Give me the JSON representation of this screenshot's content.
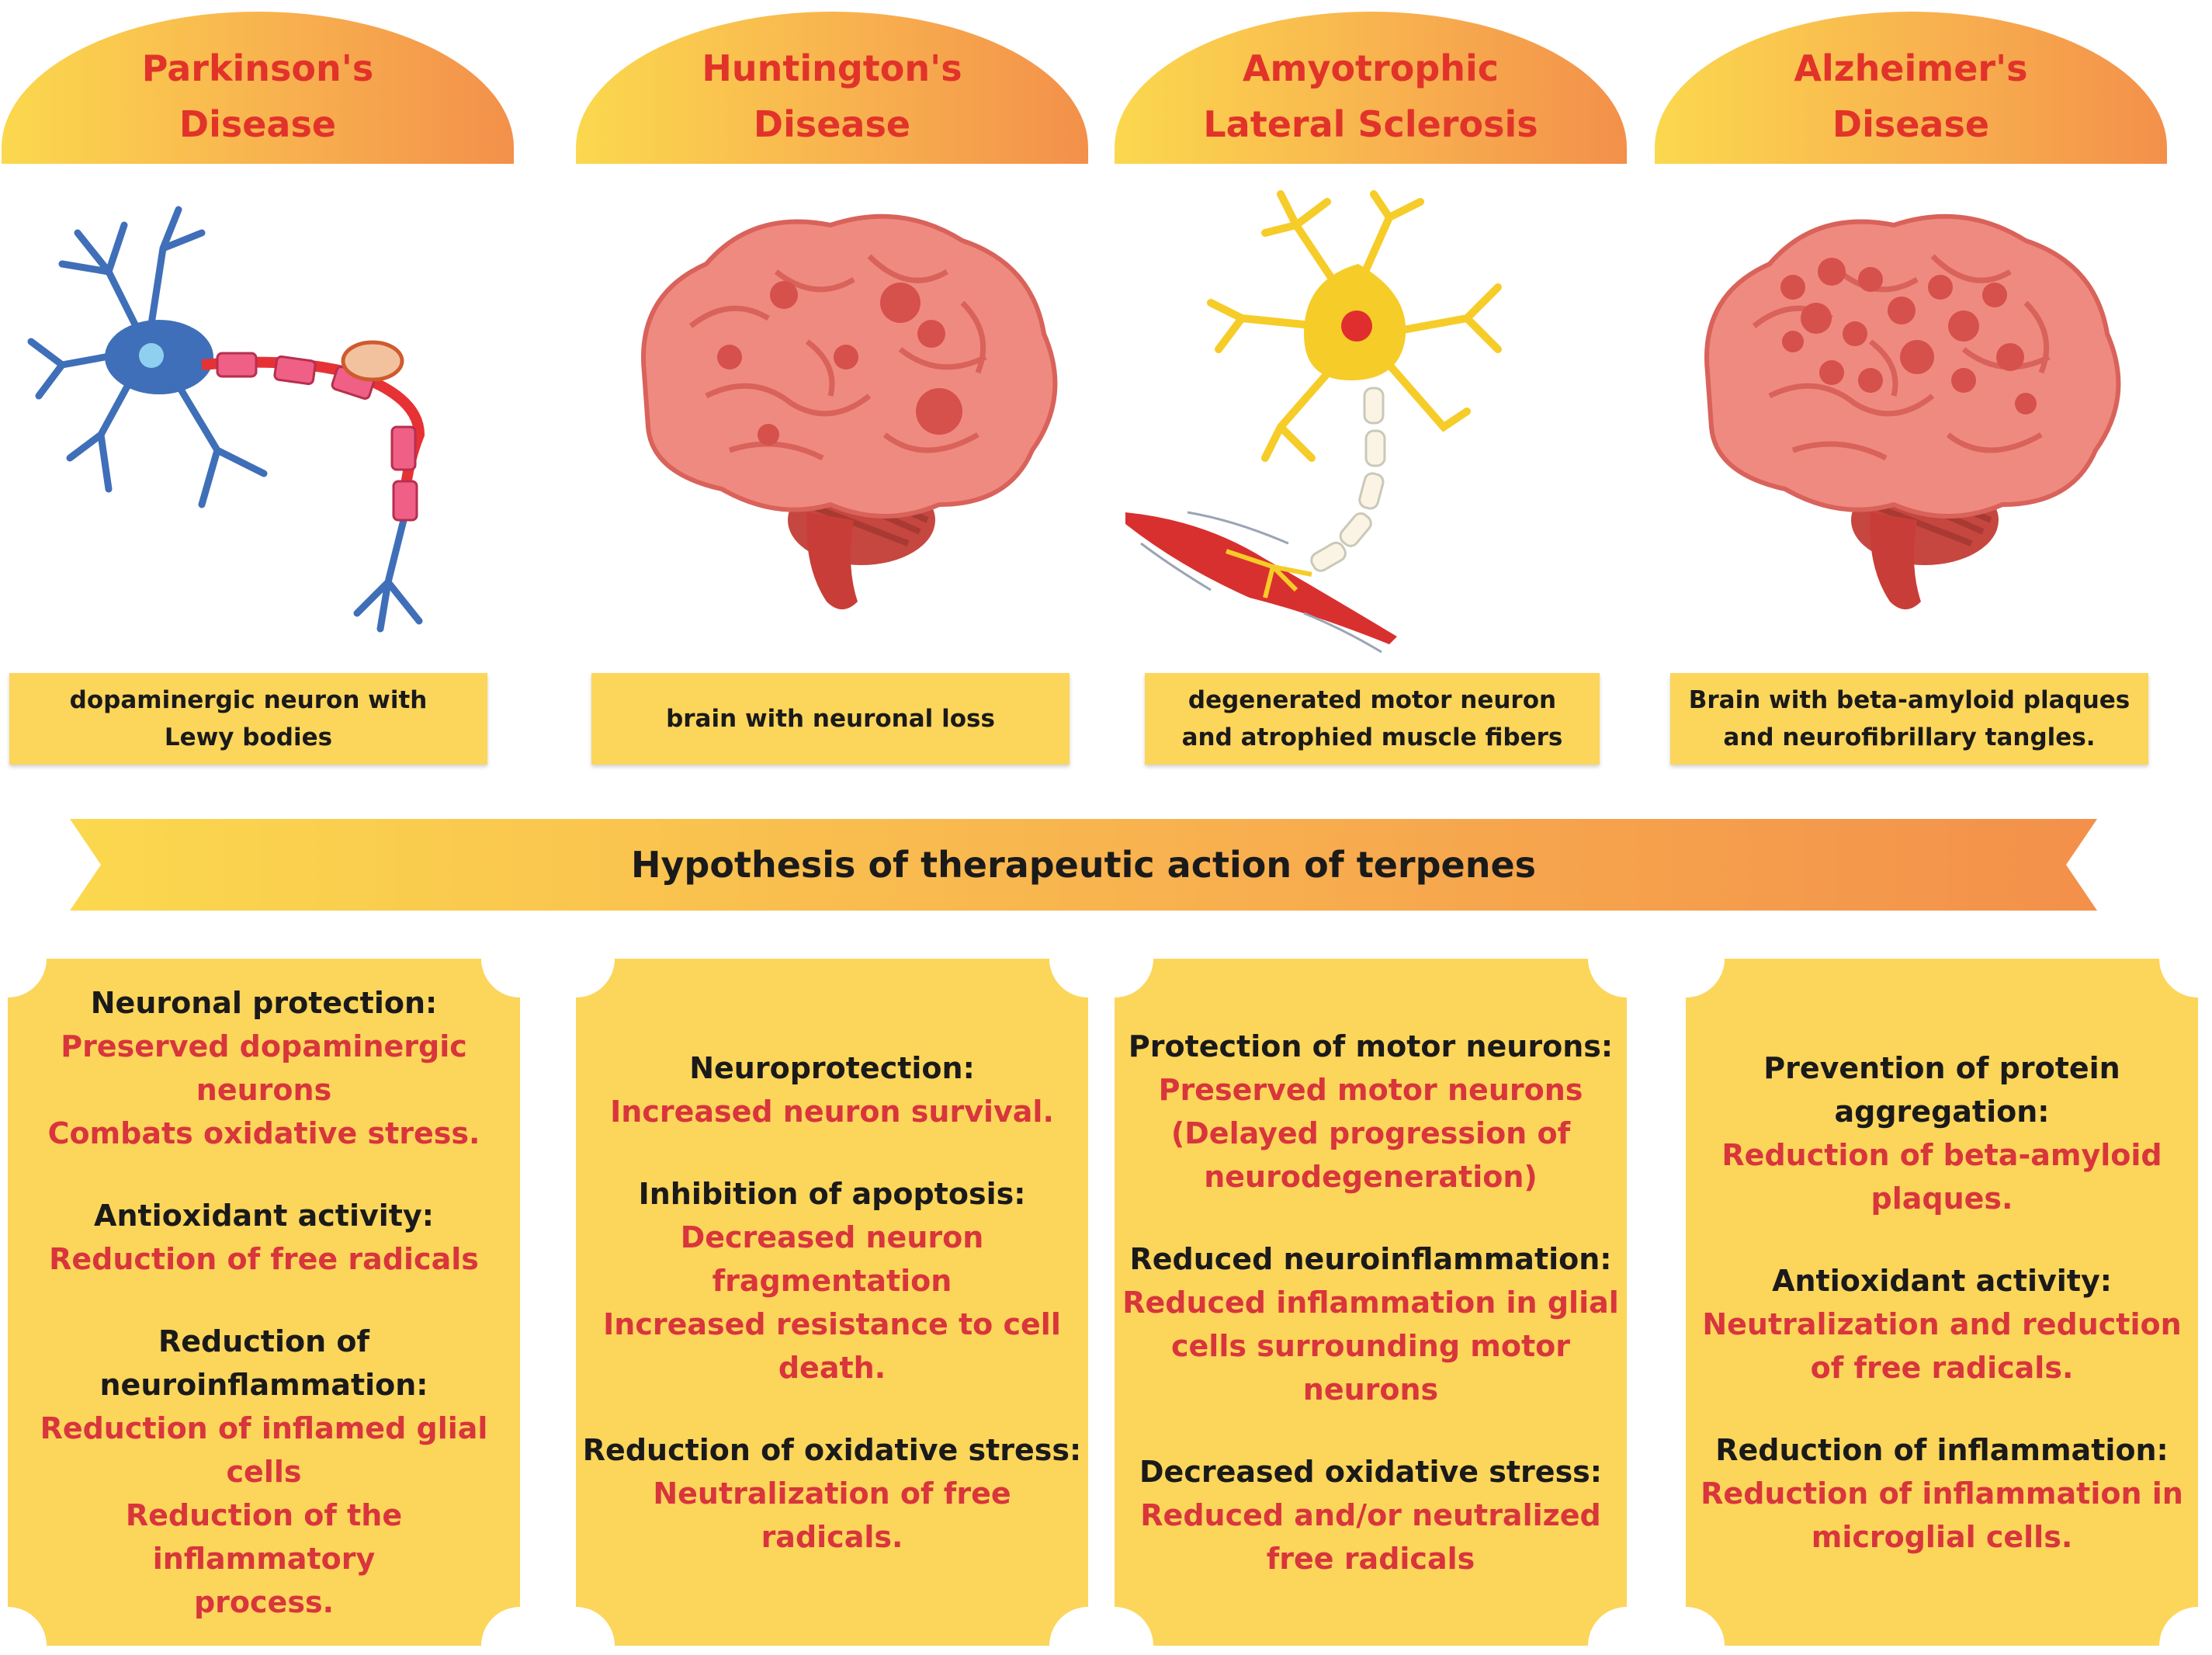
{
  "columns": [
    {
      "title": "Parkinson's\nDisease",
      "caption": "dopaminergic neuron with\nLewy bodies",
      "effects": [
        {
          "heading": "Neuronal protection:",
          "text": "Preserved dopaminergic\nneurons\nCombats oxidative stress."
        },
        {
          "heading": "Antioxidant activity:",
          "text": "Reduction of free radicals"
        },
        {
          "heading": "Reduction of\nneuroinflammation:",
          "text": "Reduction of inflamed glial\ncells\nReduction of the inflammatory\nprocess."
        }
      ]
    },
    {
      "title": "Huntington's\nDisease",
      "caption": "brain with neuronal loss",
      "effects": [
        {
          "heading": "Neuroprotection:",
          "text": "Increased neuron survival."
        },
        {
          "heading": "Inhibition of apoptosis:",
          "text": "Decreased neuron\nfragmentation\nIncreased resistance to cell\ndeath."
        },
        {
          "heading": "Reduction of oxidative stress:",
          "text": "Neutralization of free radicals."
        }
      ]
    },
    {
      "title": "Amyotrophic\nLateral Sclerosis",
      "caption": "degenerated motor neuron\nand atrophied muscle fibers",
      "effects": [
        {
          "heading": "Protection of motor neurons:",
          "text": "Preserved motor neurons\n(Delayed progression of\nneurodegeneration)"
        },
        {
          "heading": "Reduced neuroinflammation:",
          "text": "Reduced inflammation in glial\ncells surrounding motor\nneurons"
        },
        {
          "heading": "Decreased oxidative stress:",
          "text": "Reduced and/or neutralized\nfree radicals"
        }
      ]
    },
    {
      "title": "Alzheimer's\nDisease",
      "caption": "Brain with beta-amyloid plaques\nand neurofibrillary tangles.",
      "effects": [
        {
          "heading": "Prevention of protein\naggregation:",
          "text": "Reduction of beta-amyloid\nplaques."
        },
        {
          "heading": "Antioxidant activity:",
          "text": "Neutralization and reduction\nof free radicals."
        },
        {
          "heading": "Reduction of inflammation:",
          "text": "Reduction of inflammation in\nmicroglial cells."
        }
      ]
    }
  ],
  "banner": {
    "text": "Hypothesis of therapeutic action of terpenes"
  },
  "colors": {
    "title_red": "#e1332a",
    "body_red": "#d8353c",
    "card_yellow": "#fcd55b",
    "gradient_start": "#fbd84e",
    "gradient_end": "#f3904a"
  }
}
